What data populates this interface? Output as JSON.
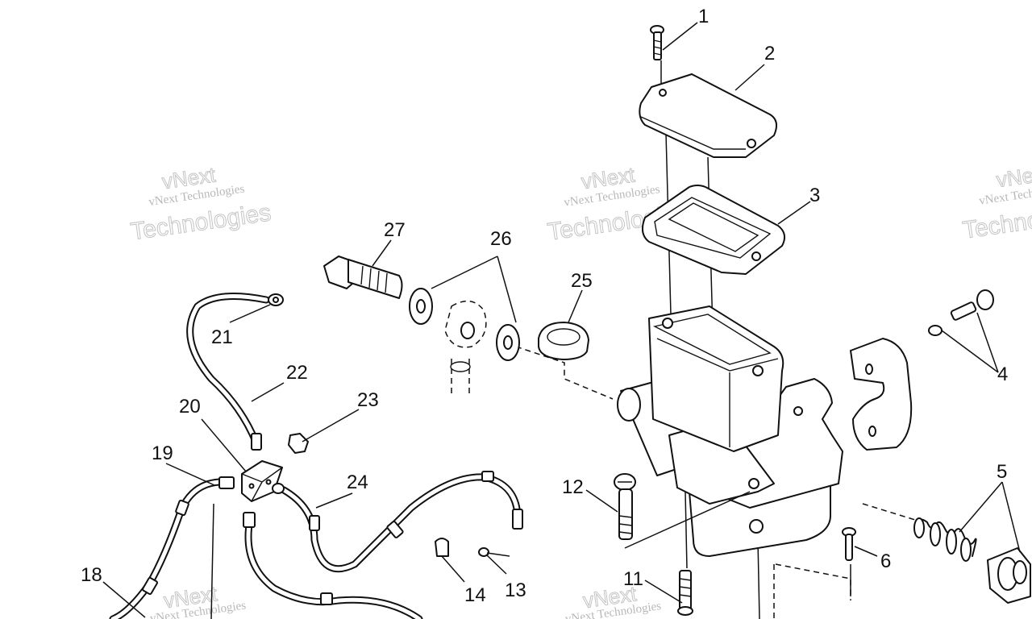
{
  "callouts": {
    "c1": "1",
    "c2": "2",
    "c3": "3",
    "c4": "4",
    "c5": "5",
    "c6": "6",
    "c11": "11",
    "c12": "12",
    "c13": "13",
    "c14": "14",
    "c18": "18",
    "c19": "19",
    "c20": "20",
    "c21": "21",
    "c22": "22",
    "c23": "23",
    "c24": "24",
    "c25": "25",
    "c26": "26",
    "c27": "27"
  },
  "watermark": {
    "company": "vNext Technologies",
    "brand": "vNext",
    "word": "Technologies"
  }
}
